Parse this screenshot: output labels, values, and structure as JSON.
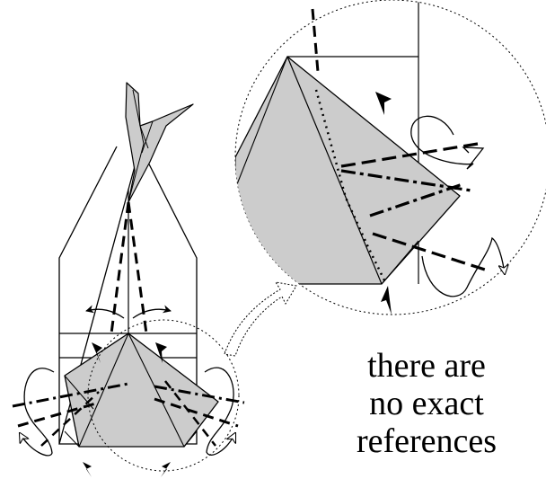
{
  "caption": {
    "lines": [
      "there are",
      "no exact",
      "references"
    ]
  },
  "colors": {
    "paper_fill": "#cccccc",
    "line": "#000000",
    "background": "#ffffff"
  },
  "icons": [
    "valley-fold-line",
    "mountain-fold-line",
    "x-ray-line",
    "push-arrow",
    "rotate-arrow",
    "swing-arrow",
    "magnify-callout"
  ]
}
